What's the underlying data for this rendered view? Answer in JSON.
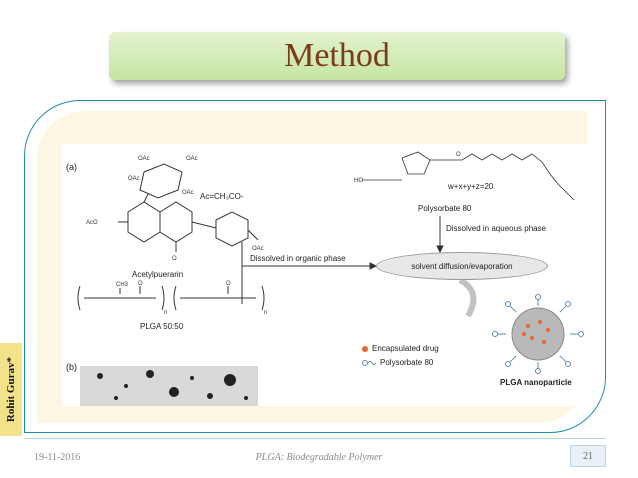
{
  "slide": {
    "title": "Method",
    "author": "Rohit Gurav*",
    "footer": {
      "date": "19-11-2016",
      "title": "PLGA: Biodegradable Polymer",
      "page": "21"
    }
  },
  "figure": {
    "panel_a": "(a)",
    "panel_b": "(b)",
    "acetyl_label": "Acetylpuerarin",
    "ac_formula": "Ac=CH₃CO-",
    "plga_label": "PLGA 50:50",
    "polysorbate_label": "Polysorbate 80",
    "wxyz": "w+x+y+z=20",
    "organic_phase": "Dissolved in organic phase",
    "aqueous_phase": "Dissolved in aqueous phase",
    "process": "solvent diffusion/evaporation",
    "legend": [
      {
        "label": "Encapsulated drug",
        "icon": "orange-dot-icon"
      },
      {
        "label": "Polysorbate 80",
        "icon": "surfactant-chain-icon"
      }
    ],
    "nanoparticle_label": "PLGA nanoparticle",
    "accent_drug": "#e8662b",
    "accent_surfactant": "#3b6fb3"
  }
}
